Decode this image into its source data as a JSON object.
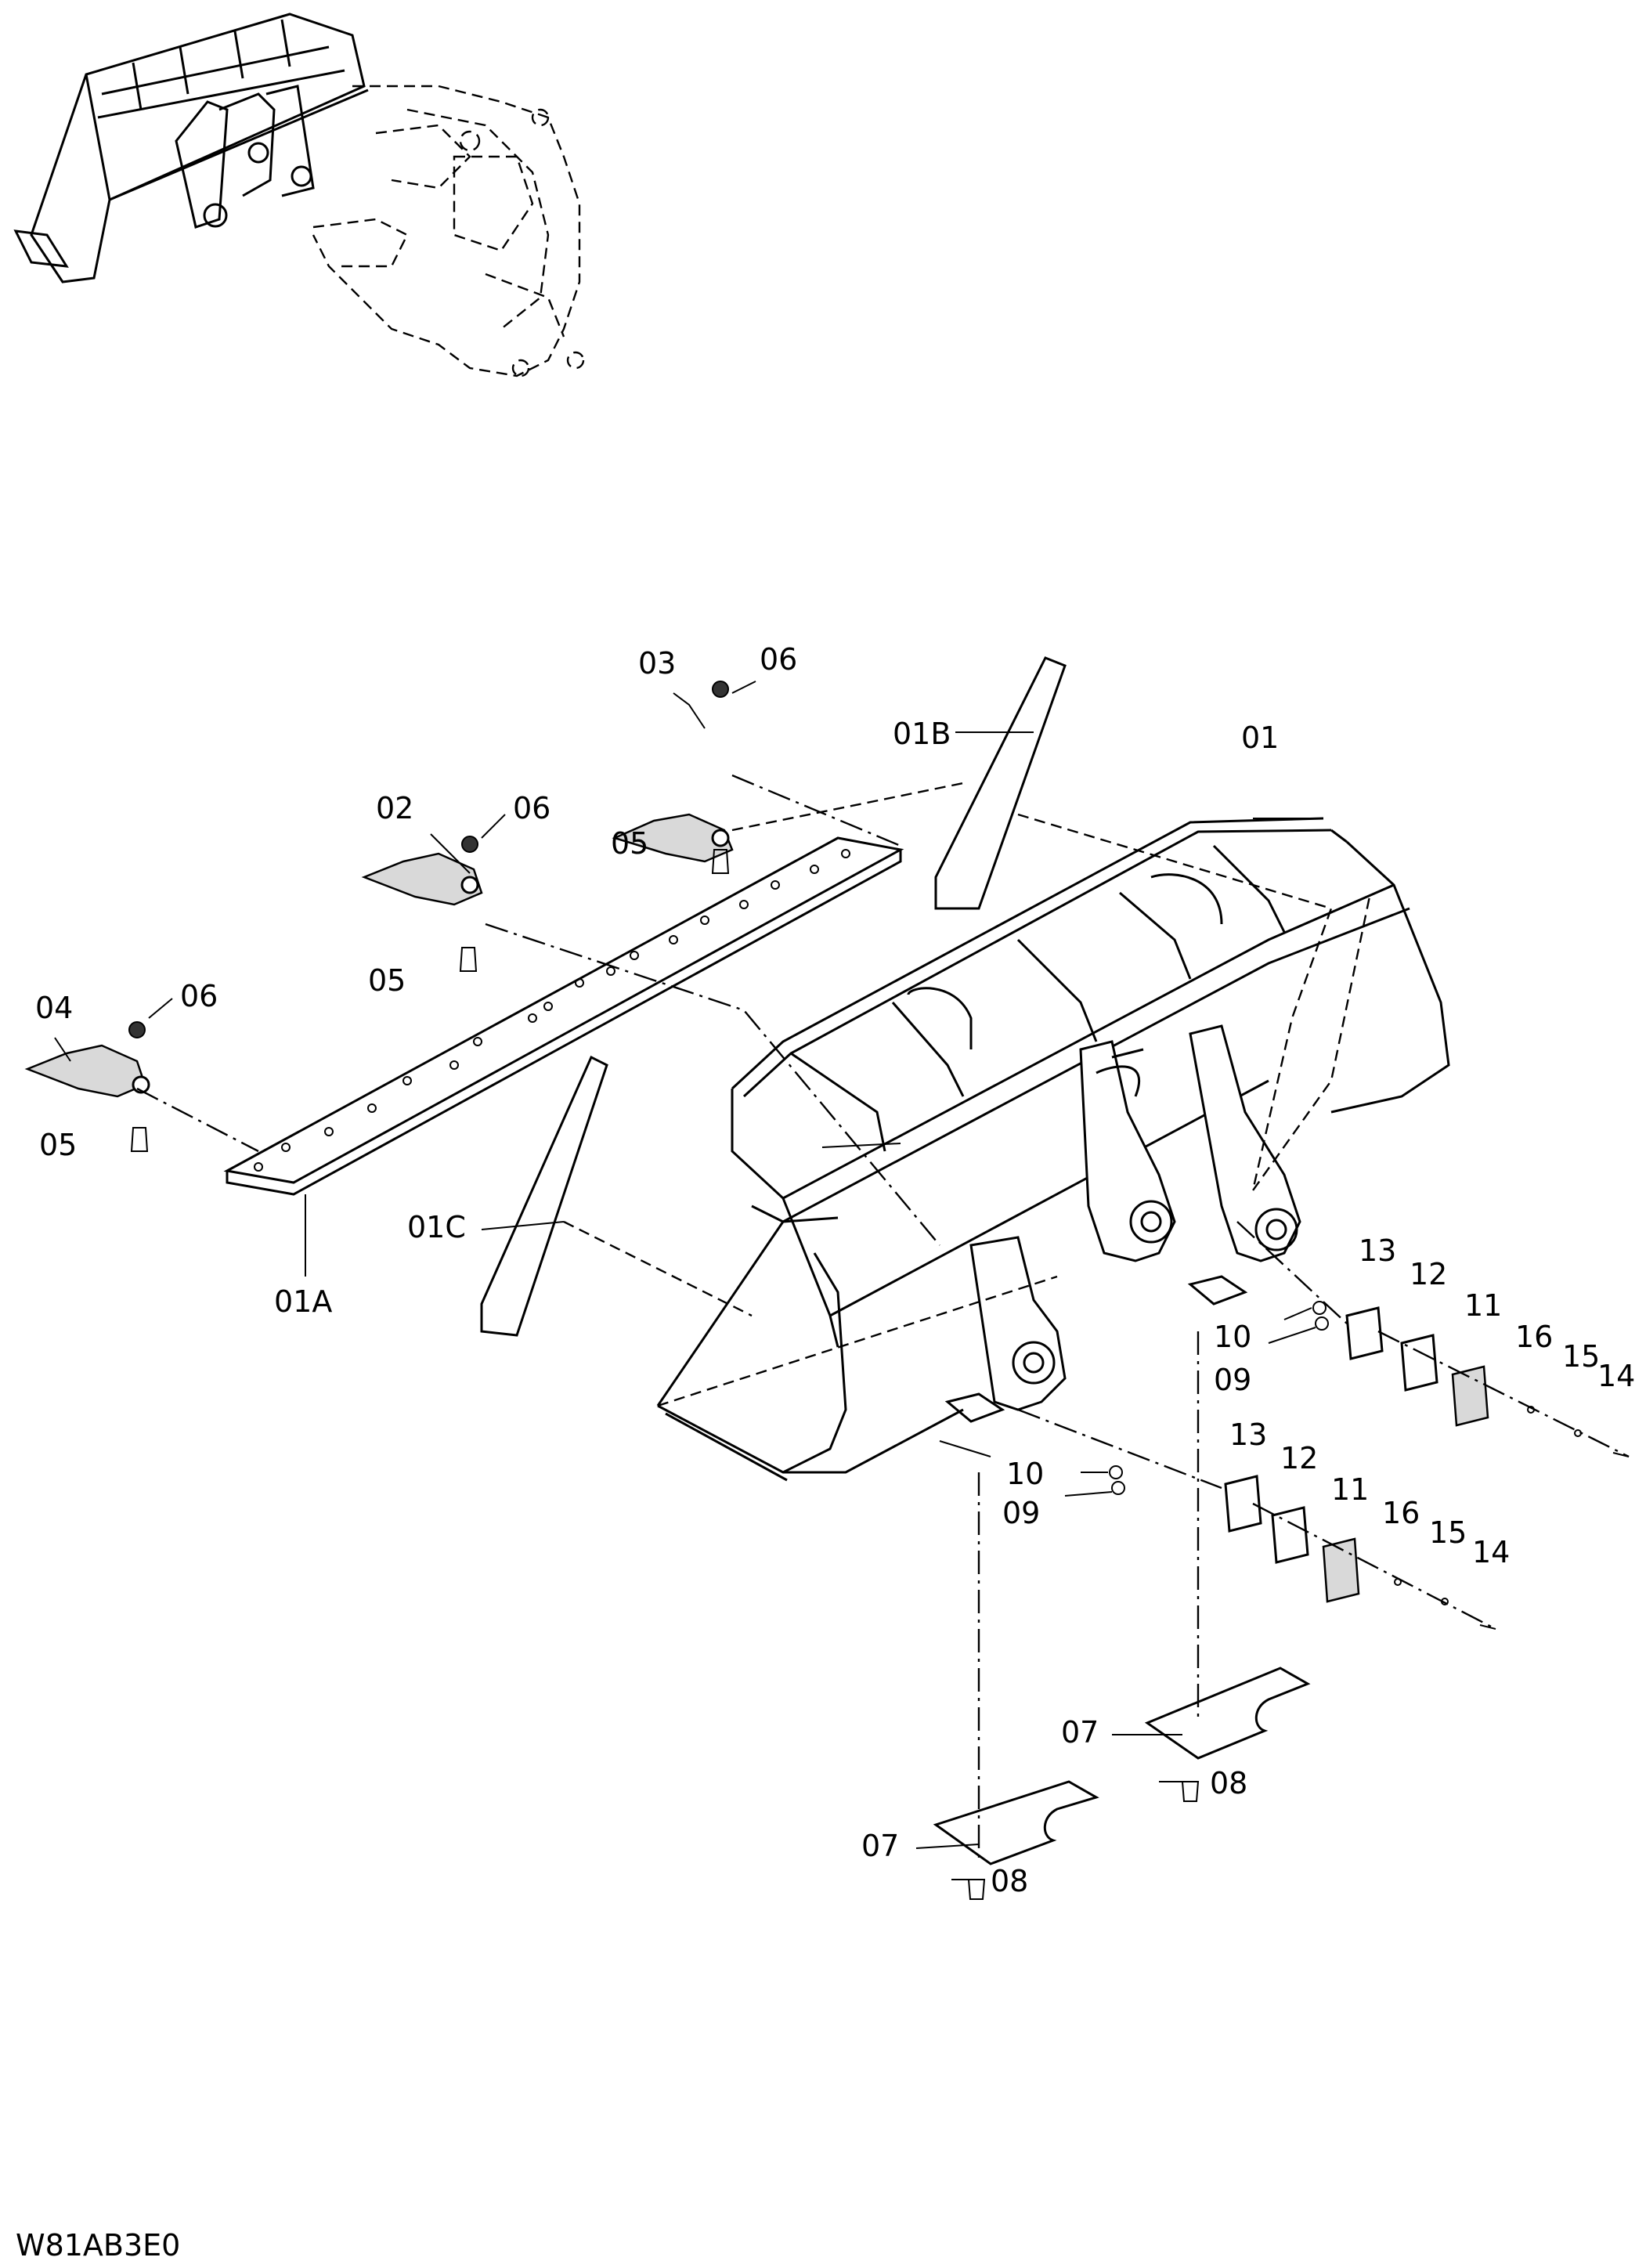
{
  "drawing_code": "W81AB3E0",
  "callouts": [
    {
      "id": "01"
    },
    {
      "id": "01A"
    },
    {
      "id": "01B"
    },
    {
      "id": "01C"
    },
    {
      "id": "02"
    },
    {
      "id": "03"
    },
    {
      "id": "04"
    },
    {
      "id": "05a"
    },
    {
      "id": "05b"
    },
    {
      "id": "05c"
    },
    {
      "id": "06a"
    },
    {
      "id": "06b"
    },
    {
      "id": "06c"
    }
  ],
  "labels": {
    "p01": "01",
    "p01A": "01A",
    "p01B": "01B",
    "p01C": "01C",
    "p02": "02",
    "p03": "03",
    "p04": "04",
    "p05": "05",
    "p06": "06",
    "p07": "07",
    "p08": "08",
    "p09": "09",
    "p10": "10",
    "p11": "11",
    "p12": "12",
    "p13": "13",
    "p14": "14",
    "p15": "15",
    "p16": "16"
  }
}
